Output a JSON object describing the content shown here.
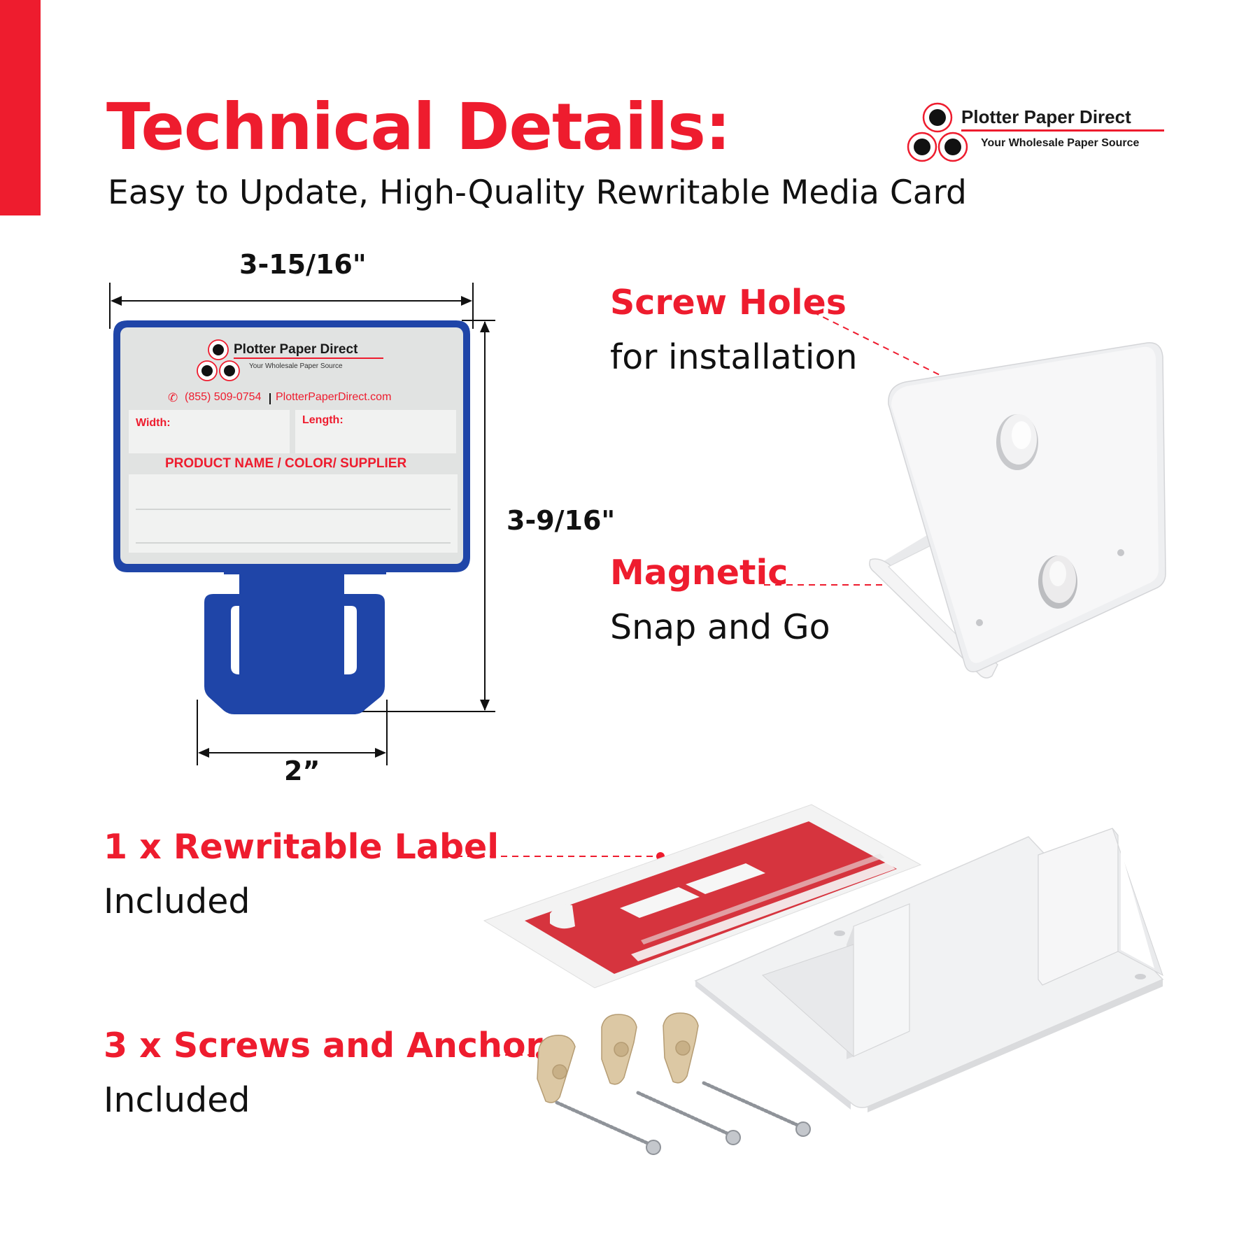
{
  "header": {
    "title": "Technical Details:",
    "subtitle": "Easy to Update, High-Quality Rewritable Media Card"
  },
  "logo": {
    "name": "Plotter Paper Direct",
    "tagline": "Your Wholesale Paper Source",
    "icon": "three-circles-logo-icon"
  },
  "dimensions": {
    "width": "3-15/16\"",
    "height": "3-9/16\"",
    "tab_width": "2”"
  },
  "card": {
    "brand": "Plotter Paper Direct",
    "tagline": "Your Wholesale Paper Source",
    "phone": "(855) 509-0754",
    "website": "PlotterPaperDirect.com",
    "width_label": "Width:",
    "length_label": "Length:",
    "product_label": "PRODUCT NAME / COLOR/ SUPPLIER",
    "phone_icon": "phone-icon"
  },
  "callouts": {
    "screw_holes_title": "Screw Holes",
    "screw_holes_sub": "for installation",
    "magnetic_title": "Magnetic",
    "magnetic_sub": "Snap and Go",
    "label_title": "1 x Rewritable Label",
    "label_sub": "Included",
    "screws_title": "3 x Screws and Anchors",
    "screws_sub": "Included"
  },
  "colors": {
    "accent_red": "#ee1c2e",
    "card_blue": "#1f45a8"
  }
}
